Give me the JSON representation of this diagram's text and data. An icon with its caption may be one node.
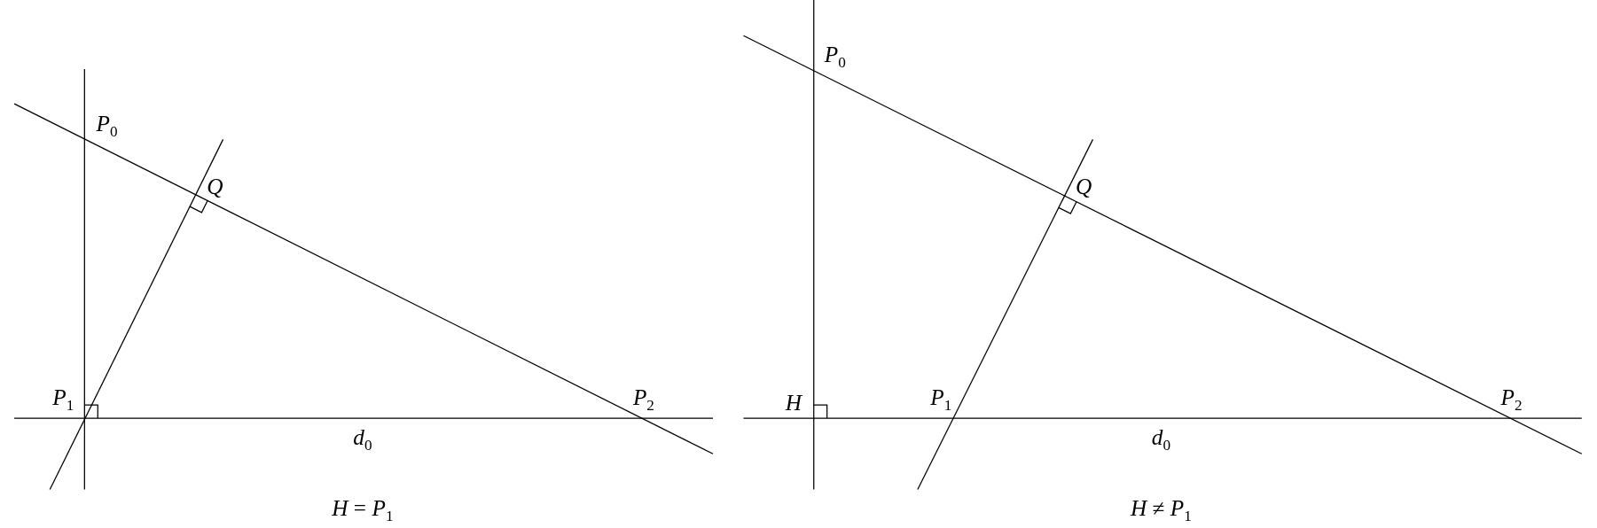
{
  "diagram": {
    "labels": [
      "*P*$_{0}$",
      "*Q*",
      "*P*$_{1}$",
      "*P*$_{2}$",
      "*d*$_{0}$",
      "*H* = *P*$_{1}$",
      "*P*$_{0}$",
      "*Q*",
      "*H*",
      "*P*$_{1}$",
      "*P*$_{2}$",
      "*d*$_{0}$",
      "*H* ≠ *P*$_{1}$"
    ]
  }
}
